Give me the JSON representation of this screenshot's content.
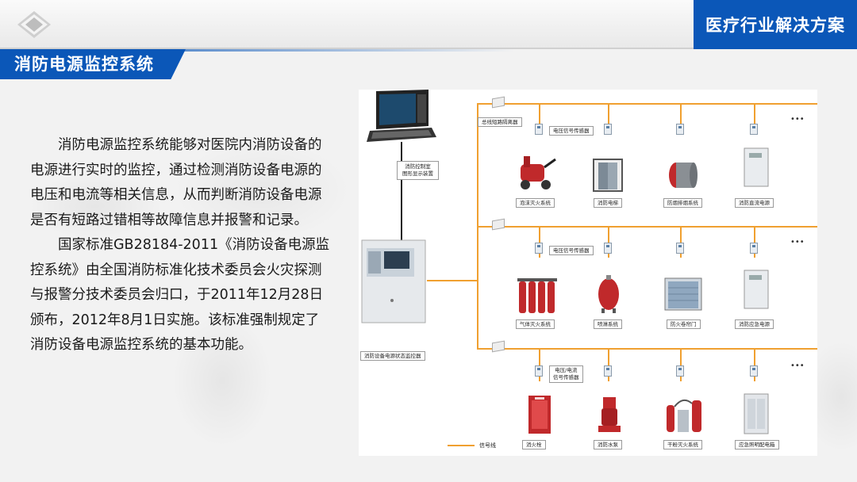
{
  "header": {
    "title": "医疗行业解决方案",
    "accent_color": "#0b57b8"
  },
  "section": {
    "title": "消防电源监控系统"
  },
  "body": {
    "paragraph1": "消防电源监控系统能够对医院内消防设备的电源进行实时的监控，通过检测消防设备电源的电压和电流等相关信息，从而判断消防设备电源是否有短路过错相等故障信息并报警和记录。",
    "paragraph2": "国家标准GB28184-2011《消防设备电源监控系统》由全国消防标准化技术委员会火灾探测与报警分技术委员会归口，于2011年12月28日颁布，2012年8月1日实施。该标准强制规定了消防设备电源监控系统的基本功能。"
  },
  "diagram": {
    "monitor_label_line1": "消防控制室",
    "monitor_label_line2": "图形显示装置",
    "controller_label": "消防设备电源状态监控器",
    "row1_isolator": "总线短路隔离器",
    "row1_sensor": "电压信号传感器",
    "row2_sensor": "电压信号传感器",
    "row3_sensor_line1": "电压/电流",
    "row3_sensor_line2": "信号传感器",
    "row1_devices": [
      "泡沫灭火系统",
      "消防电梯",
      "防烟排烟系统",
      "消防直流电源"
    ],
    "row2_devices": [
      "气体灭火系统",
      "喷淋系统",
      "防火卷帘门",
      "消防应急电源"
    ],
    "row3_devices": [
      "消火栓",
      "消防水泵",
      "干粉灭火系统",
      "应急照明配电箱"
    ],
    "more": "•••",
    "legend": "信号线",
    "signal_color": "#f0a030"
  }
}
